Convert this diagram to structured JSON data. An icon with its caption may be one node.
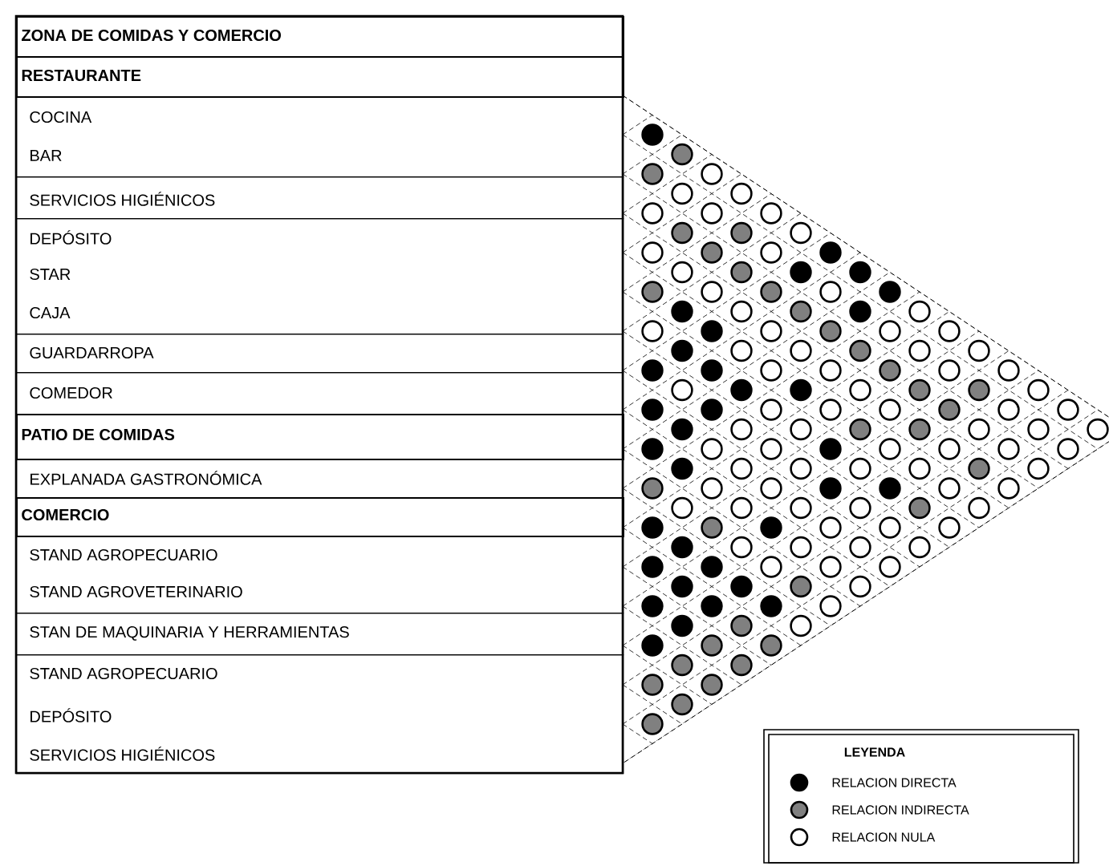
{
  "diagram": {
    "nodes": [
      {
        "text": [
          "ZONA DE COMIDAS Y COMERCIO"
        ]
      },
      {
        "text": [
          "RESTAURANTE"
        ]
      },
      {
        "text": [
          "COCINA",
          "BAR"
        ]
      },
      {
        "text": [
          "SERVICIOS HIGIÉNICOS"
        ]
      },
      {
        "text": [
          "DEPÓSITO",
          "STAR",
          "CAJA"
        ]
      },
      {
        "text": [
          "GUARDARROPA"
        ]
      },
      {
        "text": [
          "COMEDOR"
        ]
      },
      {
        "text": [
          "PATIO DE COMIDAS"
        ]
      },
      {
        "text": [
          "EXPLANADA GASTRONÓMICA"
        ]
      },
      {
        "text": [
          "COMERCIO"
        ]
      },
      {
        "text": [
          "STAND AGROPECUARIO",
          "STAND AGROVETERINARIO"
        ]
      },
      {
        "text": [
          "STAN DE MAQUINARIA Y HERRAMIENTAS"
        ]
      },
      {
        "text": [
          "STAND AGROPECUARIO",
          "DEPÓSITO",
          "SERVICIOS HIGIÉNICOS"
        ]
      }
    ],
    "labels": [
      "LEYENDA"
    ],
    "legend": [
      {
        "text": "RELACION DIRECTA",
        "color": "#000000"
      },
      {
        "text": "RELACION INDIRECTA",
        "color": "#808080"
      },
      {
        "text": "RELACION NULA"
      }
    ]
  }
}
